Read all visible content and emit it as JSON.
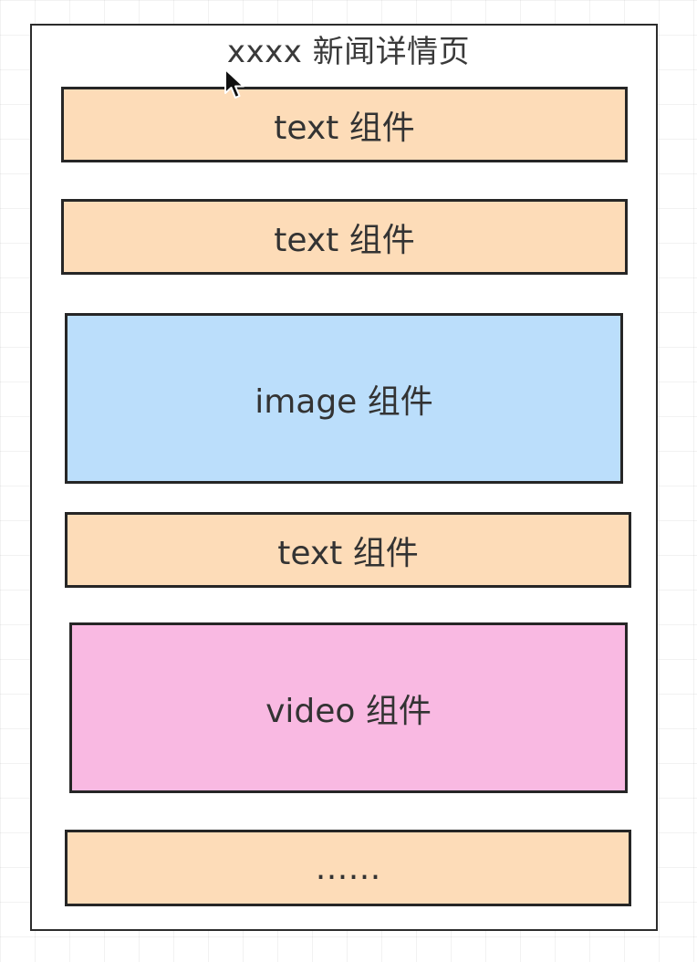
{
  "page_title": "xxxx 新闻详情页",
  "colors": {
    "text_fill": "#fddcb8",
    "image_fill": "#bbdefb",
    "video_fill": "#f9b9e2",
    "border": "#262626"
  },
  "blocks": [
    {
      "kind": "text",
      "label": "text 组件"
    },
    {
      "kind": "text",
      "label": "text 组件"
    },
    {
      "kind": "image",
      "label": "image 组件"
    },
    {
      "kind": "text",
      "label": "text 组件"
    },
    {
      "kind": "video",
      "label": "video 组件"
    },
    {
      "kind": "more",
      "label": "……"
    }
  ],
  "cursor_icon": "mouse-pointer-icon"
}
